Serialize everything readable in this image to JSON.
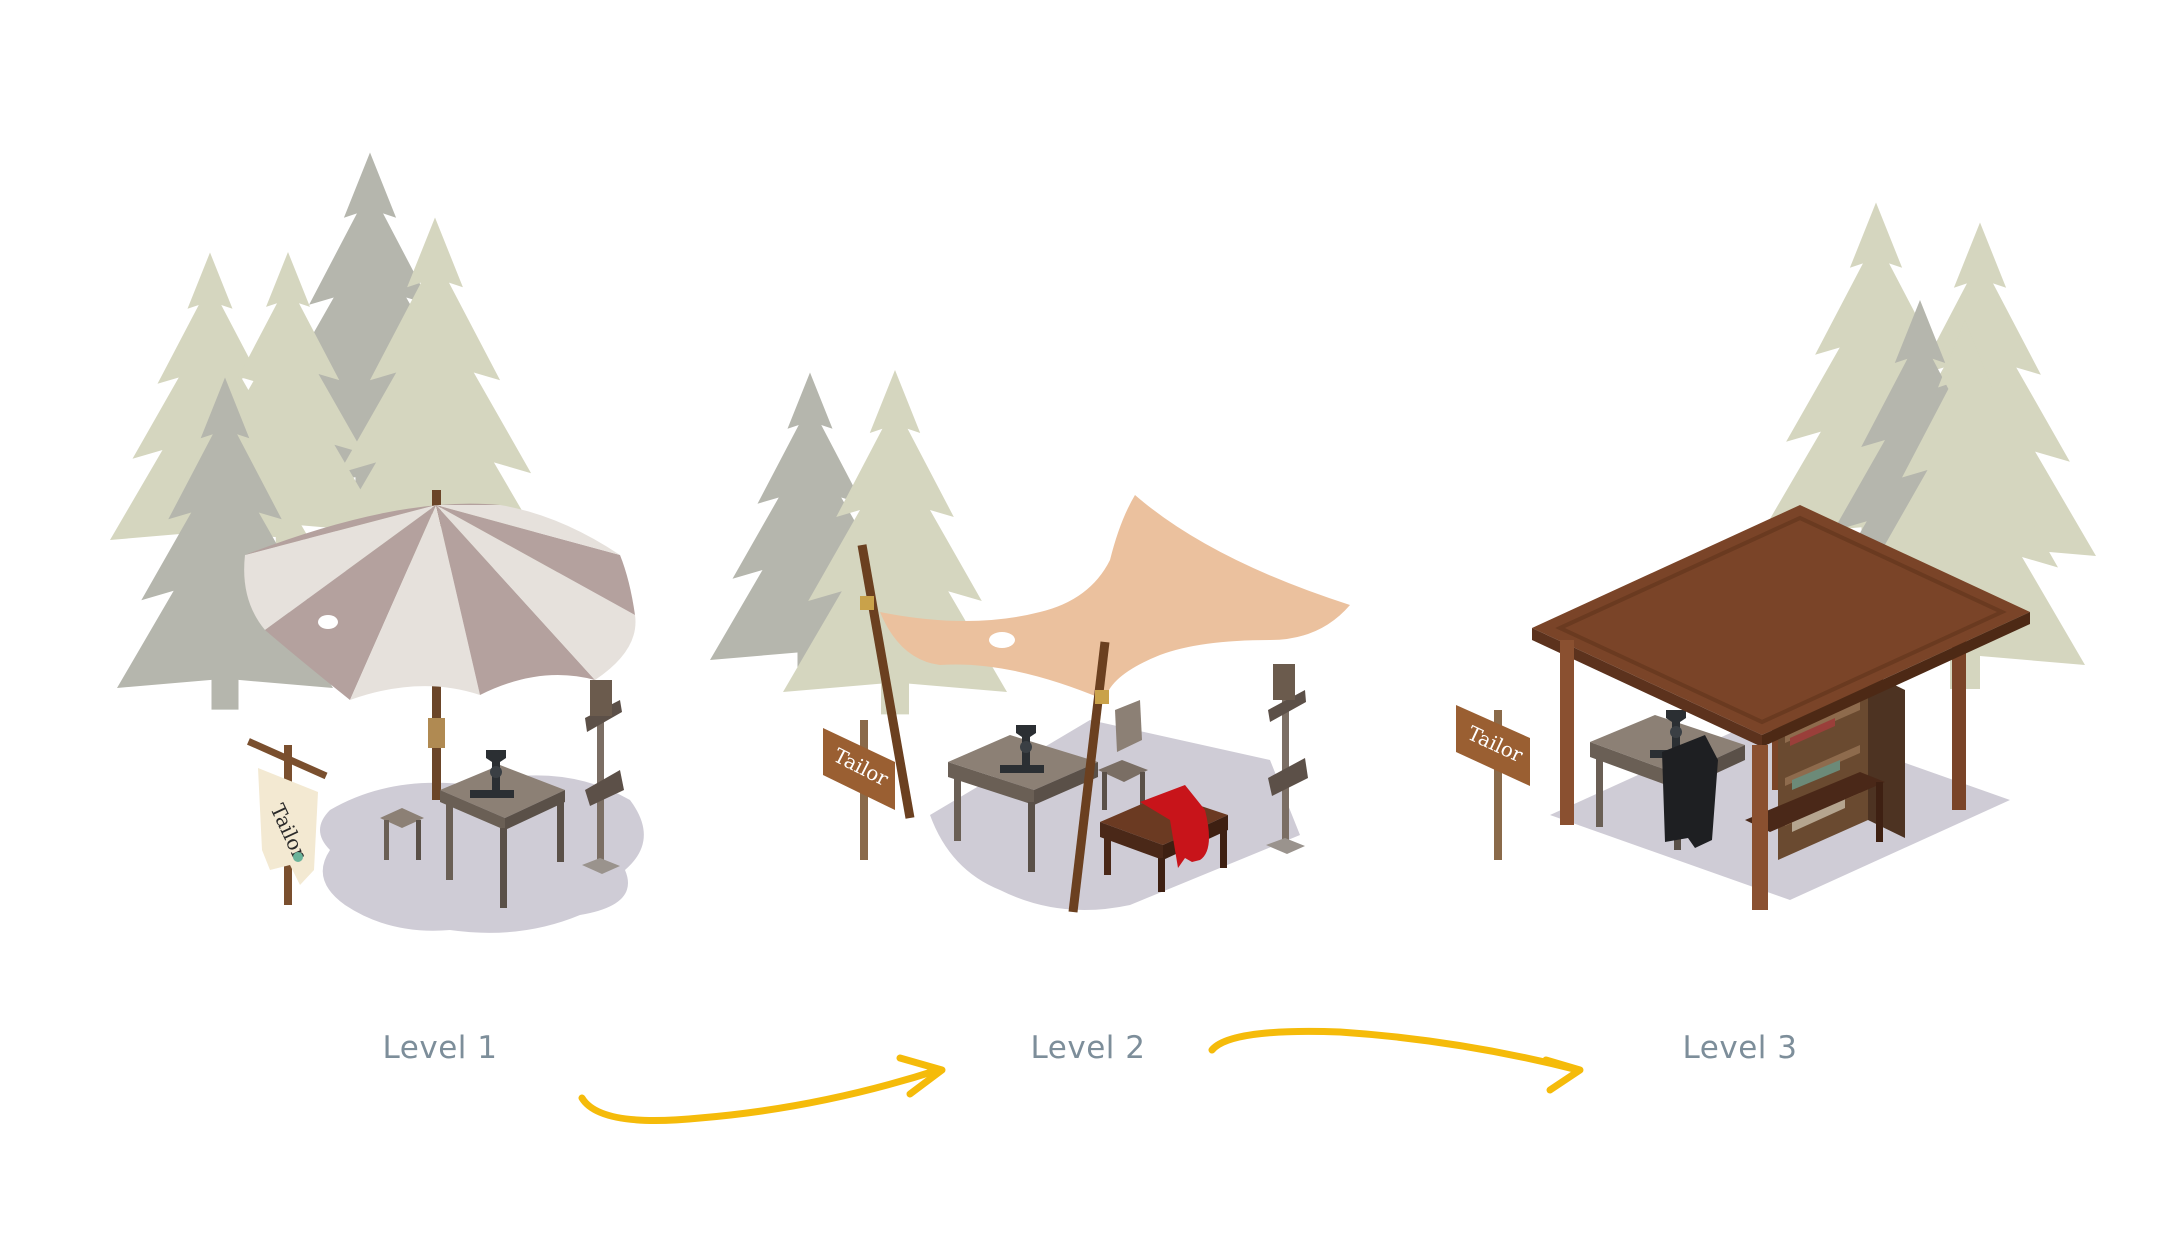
{
  "levels": [
    {
      "label": "Level 1",
      "sign_text": "Tailor"
    },
    {
      "label": "Level 2",
      "sign_text": "Tailor"
    },
    {
      "label": "Level 3",
      "sign_text": "Tailor"
    }
  ],
  "colors": {
    "arrow": "#f5bb0a",
    "label": "#7d8e9a",
    "tree_light": "#d5d6bf",
    "tree_gray": "#b5b6ad",
    "shadow": "#cfccd6",
    "umbrella_light": "#e6e1dc",
    "umbrella_dark": "#b4a19e",
    "canopy": "#ebc19e",
    "roof": "#7a4428",
    "wood": "#7a4f2e",
    "cloth_red": "#c8141a"
  },
  "icons": [
    "pine-tree-icon",
    "sewing-machine-icon",
    "arrow-right-icon"
  ]
}
